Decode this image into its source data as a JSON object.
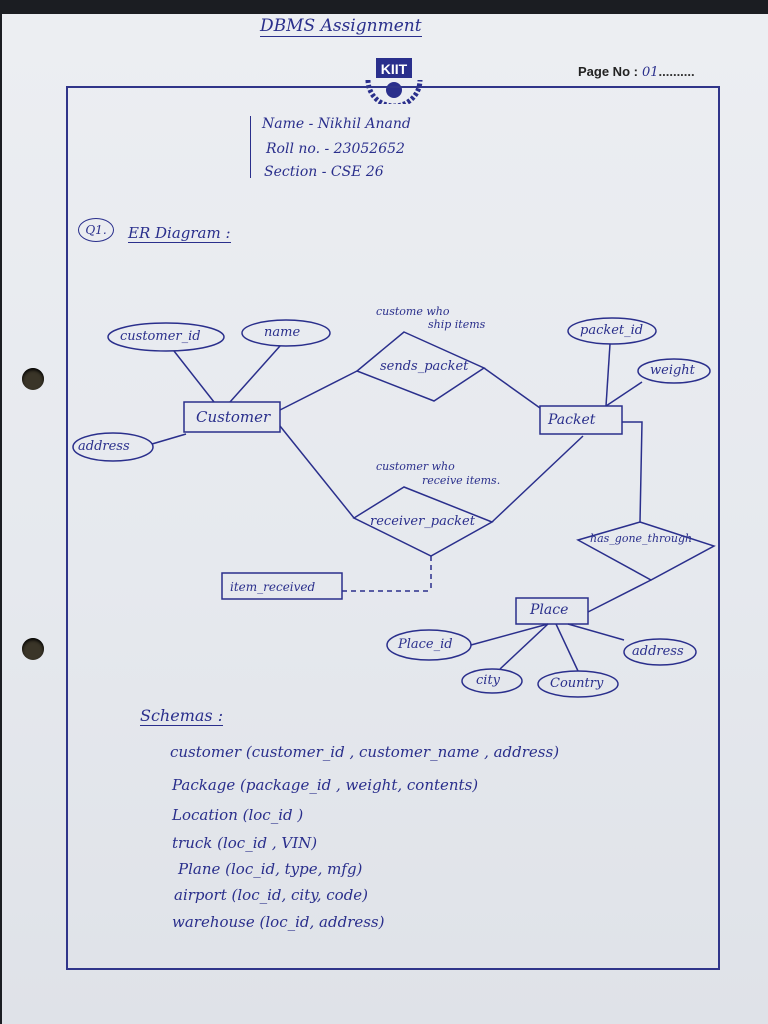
{
  "header": {
    "title": "DBMS Assignment",
    "page_label": "Page No :",
    "page_value": "01"
  },
  "student": {
    "name": "Name - Nikhil Anand",
    "roll": "Roll no. - 23052652",
    "section": "Section - CSE 26"
  },
  "question": {
    "number": "Q1.",
    "title": "ER Diagram :"
  },
  "diagram": {
    "entities": {
      "customer": "Customer",
      "packet": "Packet",
      "place": "Place",
      "item_received": "item_received"
    },
    "attributes": {
      "customer_id": "customer_id",
      "name": "name",
      "address_customer": "address",
      "packet_id": "packet_id",
      "weight": "weight",
      "place_id": "Place_id",
      "city": "city",
      "country": "Country",
      "address_place": "address"
    },
    "relationships": {
      "sends_packet": "sends_packet",
      "receiver_packet": "receiver_packet",
      "has_gone_through": "has_gone_through"
    },
    "notes": {
      "sends_line1": "custome who",
      "sends_line2": "ship items",
      "receives_line1": "customer who",
      "receives_line2": "receive items."
    }
  },
  "schemas": {
    "heading": "Schemas :",
    "items": [
      "customer (customer_id , customer_name , address)",
      "Package (package_id , weight, contents)",
      "Location (loc_id )",
      "truck (loc_id , VIN)",
      "Plane (loc_id, type, mfg)",
      "airport (loc_id, city, code)",
      "warehouse (loc_id, address)"
    ]
  },
  "colors": {
    "ink": "#2a2f8c",
    "paper": "#e8ebef",
    "frame": "#30358a"
  }
}
